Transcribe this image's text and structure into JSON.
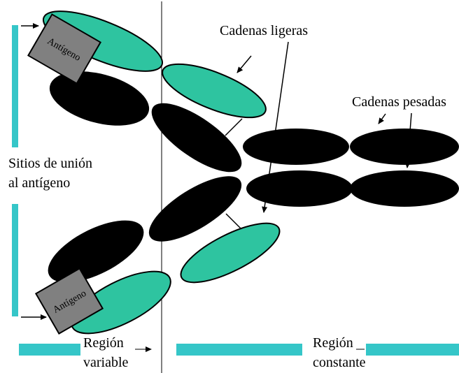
{
  "labels": {
    "light_chains": "Cadenas ligeras",
    "heavy_chains": "Cadenas pesadas",
    "binding_sites_line1": "Sitios de unión",
    "binding_sites_line2": "al antígeno",
    "variable_region_line1": "Región",
    "variable_region_line2": "variable",
    "constant_region_line1": "Región",
    "constant_region_line2": "constante",
    "antigen_top": "Antígeno",
    "antigen_bottom": "Antígeno"
  },
  "colors": {
    "light_chain": "#2ec4a0",
    "heavy_chain": "#000000",
    "antigen": "#808080",
    "marker_bar": "#35c6c8",
    "outline": "#000000"
  }
}
